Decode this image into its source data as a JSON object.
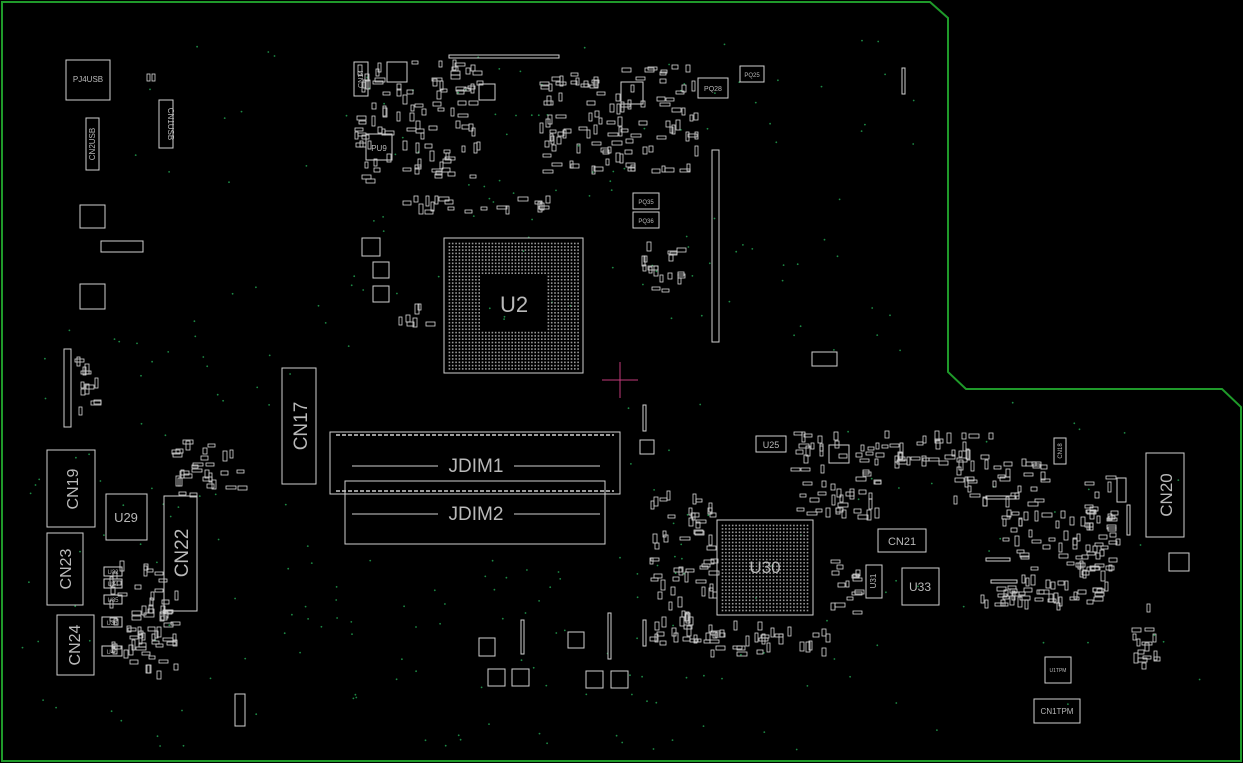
{
  "board": {
    "outline_color": "#1f9a2a",
    "part_color": "#cfcfcf",
    "via_color": "#1d8a45"
  },
  "labels": {
    "pj4usb": "PJ4USB",
    "cn2usb": "CN2USB",
    "cn1usb": "CN1USB",
    "cn14": "CN14",
    "pu9": "PU9",
    "pq28": "PQ28",
    "pq25": "PQ25",
    "pq35": "PQ35",
    "pq36": "PQ36",
    "u2": "U2",
    "cn17": "CN17",
    "jdim1": "JDIM1",
    "jdim2": "JDIM2",
    "cn19": "CN19",
    "u29": "U29",
    "cn22": "CN22",
    "cn23": "CN23",
    "u32": "U32",
    "u34": "U34",
    "u35": "U35",
    "u36": "U36",
    "u40": "U40",
    "cn24": "CN24",
    "u25": "U25",
    "u30": "U30",
    "cn21": "CN21",
    "u31": "U31",
    "u33": "U33",
    "cn18": "CN18",
    "cn20": "CN20",
    "u1tpm": "U1TPM",
    "cn1tpm": "CN1TPM"
  }
}
